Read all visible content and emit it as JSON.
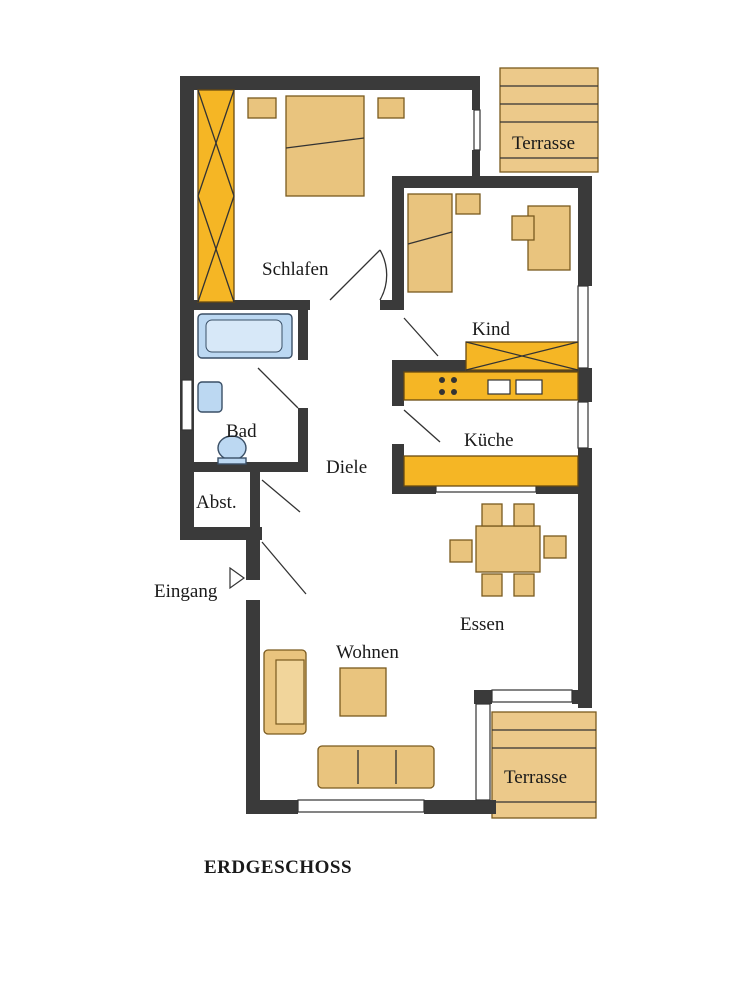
{
  "rooms": {
    "schlafen": "Schlafen",
    "terrasse_top": "Terrasse",
    "kind": "Kind",
    "kueche": "Küche",
    "bad": "Bad",
    "diele": "Diele",
    "abst": "Abst.",
    "eingang": "Eingang",
    "essen": "Essen",
    "wohnen": "Wohnen",
    "terrasse_bottom": "Terrasse"
  },
  "title": "ERDGESCHOSS",
  "colors": {
    "wall": "#3a3a3a",
    "wood": "#e9c47e",
    "accent_orange": "#f5b625",
    "water_blue": "#bcd8f2"
  }
}
